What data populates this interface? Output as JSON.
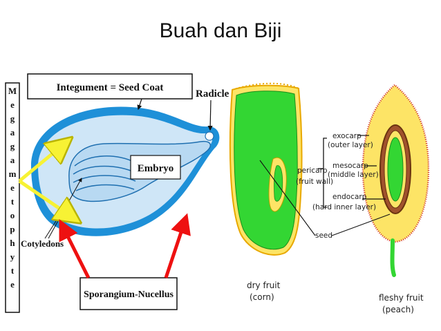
{
  "title": "Buah dan Biji",
  "seed_diagram": {
    "side_label": "Megagametophyte",
    "integument": "Integument = Seed Coat",
    "radicle": "Radicle",
    "embryo": "Embryo",
    "cotyledons": "Cotyledons",
    "sporangium": "Sporangium-Nucellus"
  },
  "fruit_diagram": {
    "exocarp": "exocarp",
    "exocarp_note": "(outer layer)",
    "pericarp": "pericarp",
    "pericarp_note": "(fruit wall)",
    "mesocarp": "mesocarp",
    "mesocarp_note": "(middle layer)",
    "endocarp": "endocarp",
    "endocarp_note": "(hard inner layer)",
    "seed": "seed",
    "dry_fruit": "dry fruit",
    "dry_fruit_example": "(corn)",
    "fleshy_fruit": "fleshy fruit",
    "fleshy_fruit_example": "(peach)"
  },
  "colors": {
    "seed_coat": "#1e90d8",
    "endosperm": "#cfe6f7",
    "corn": "#33d633",
    "peach_flesh": "#fde466",
    "arrow_red": "#ee1111",
    "arrow_yellow": "#f7f234"
  }
}
